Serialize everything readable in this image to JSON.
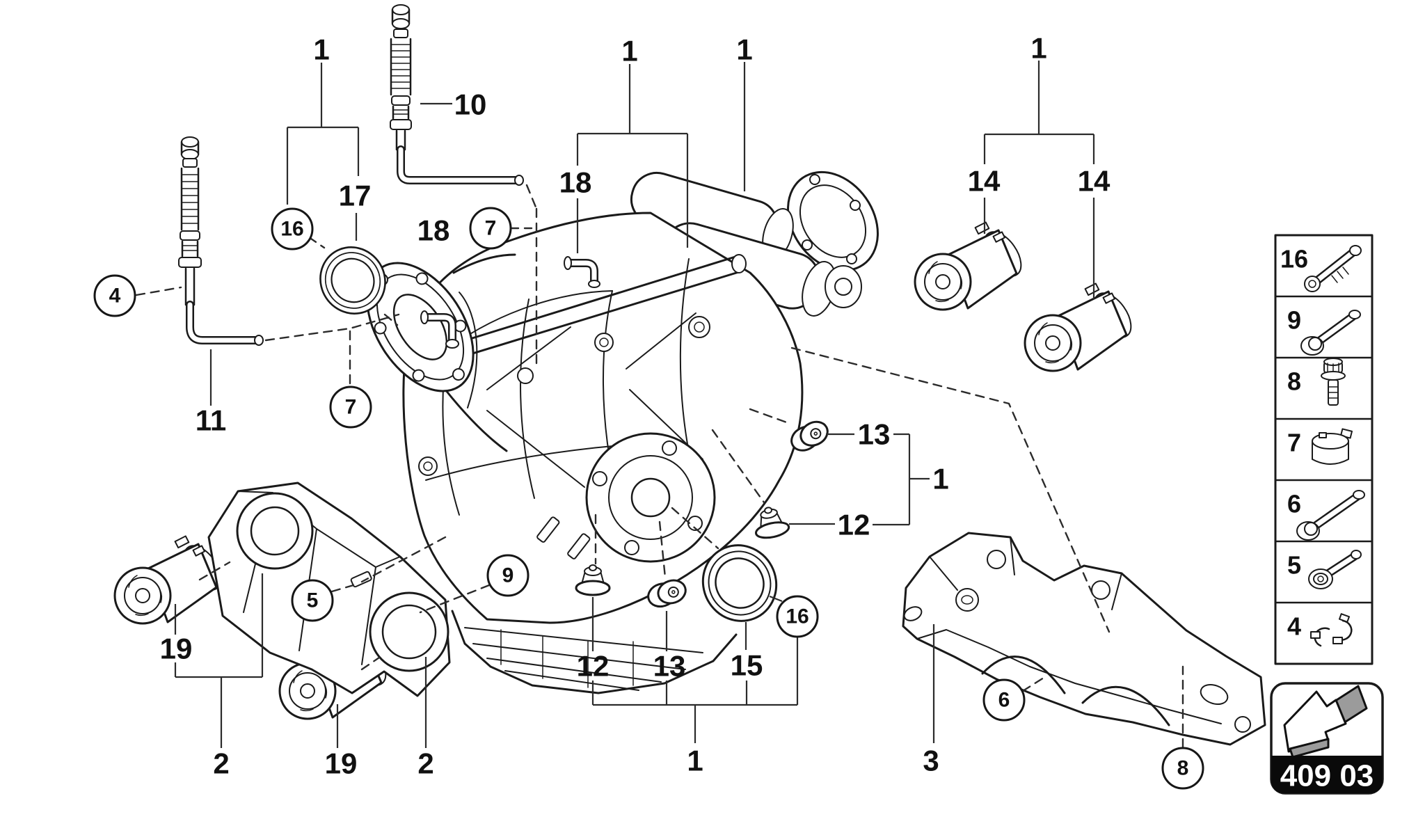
{
  "diagram": {
    "title_code": "409 03",
    "labels": [
      {
        "ref": "seal-group-front",
        "text": "1"
      },
      {
        "ref": "dipstick-upper",
        "text": "10"
      },
      {
        "ref": "breather-group",
        "text": "1"
      },
      {
        "ref": "breather-elbow",
        "text": "18"
      },
      {
        "ref": "diff-unit",
        "text": "1"
      },
      {
        "ref": "bushing-pair-group",
        "text": "1"
      },
      {
        "ref": "bushing-left",
        "text": "14"
      },
      {
        "ref": "bushing-right",
        "text": "14"
      },
      {
        "ref": "seal-front",
        "text": "17"
      },
      {
        "ref": "cover-breather",
        "text": "18"
      },
      {
        "ref": "plug-top",
        "text": "13"
      },
      {
        "ref": "plug-group-right",
        "text": "1"
      },
      {
        "ref": "plug-right",
        "text": "12"
      },
      {
        "ref": "dipstick-lower",
        "text": "11"
      },
      {
        "ref": "mount-bushing-left",
        "text": "19"
      },
      {
        "ref": "front-bracket-left",
        "text": "2"
      },
      {
        "ref": "mount-bushing-right",
        "text": "19"
      },
      {
        "ref": "front-bracket-right",
        "text": "2"
      },
      {
        "ref": "plug-bottom-left",
        "text": "12"
      },
      {
        "ref": "plug-bottom-right",
        "text": "13"
      },
      {
        "ref": "output-seal",
        "text": "15"
      },
      {
        "ref": "seal-plug-group",
        "text": "1"
      },
      {
        "ref": "rear-support-bracket",
        "text": "3"
      }
    ],
    "circle_callouts": [
      {
        "text": "4"
      },
      {
        "text": "16"
      },
      {
        "text": "7"
      },
      {
        "text": "7"
      },
      {
        "text": "5"
      },
      {
        "text": "9"
      },
      {
        "text": "16"
      },
      {
        "text": "6"
      },
      {
        "text": "8"
      }
    ],
    "legend": {
      "rows": [
        {
          "num": "16",
          "icon": "socket-head-bolt-icon"
        },
        {
          "num": "9",
          "icon": "hex-flange-bolt-icon"
        },
        {
          "num": "8",
          "icon": "collar-stud-icon"
        },
        {
          "num": "7",
          "icon": "clamp-sleeve-icon"
        },
        {
          "num": "6",
          "icon": "hex-flange-bolt-long-icon"
        },
        {
          "num": "5",
          "icon": "washer-bolt-icon"
        },
        {
          "num": "4",
          "icon": "retaining-clip-icon"
        }
      ]
    },
    "badge": {
      "code": "409 03",
      "icon": "back-arrow-3d",
      "arrow_gray": "#9b9b9b",
      "strip_color": "#0a0a0a"
    }
  }
}
